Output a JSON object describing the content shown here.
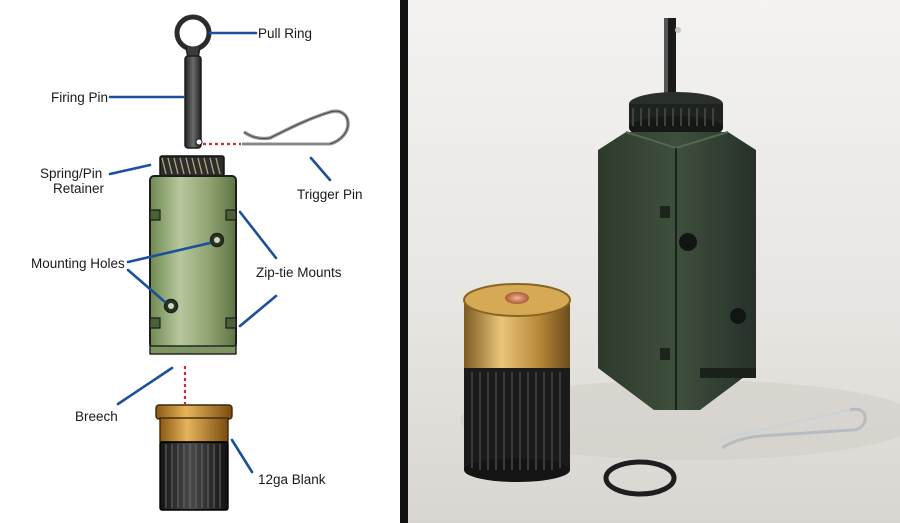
{
  "labels": {
    "pull_ring": "Pull Ring",
    "firing_pin": "Firing Pin",
    "spring_pin_retainer_line1": "Spring/Pin",
    "spring_pin_retainer_line2": "Retainer",
    "trigger_pin": "Trigger Pin",
    "mounting_holes": "Mounting Holes",
    "zip_tie_mounts": "Zip-tie Mounts",
    "breech": "Breech",
    "blank_12ga": "12ga Blank"
  },
  "colors": {
    "leader_line": "#1c4f9c",
    "alignment_dash": "#d22a2a",
    "body_green": "#97ab7c",
    "brass": "#c08a2e",
    "divider": "#111111",
    "photo_background": "#e9e7e3"
  }
}
